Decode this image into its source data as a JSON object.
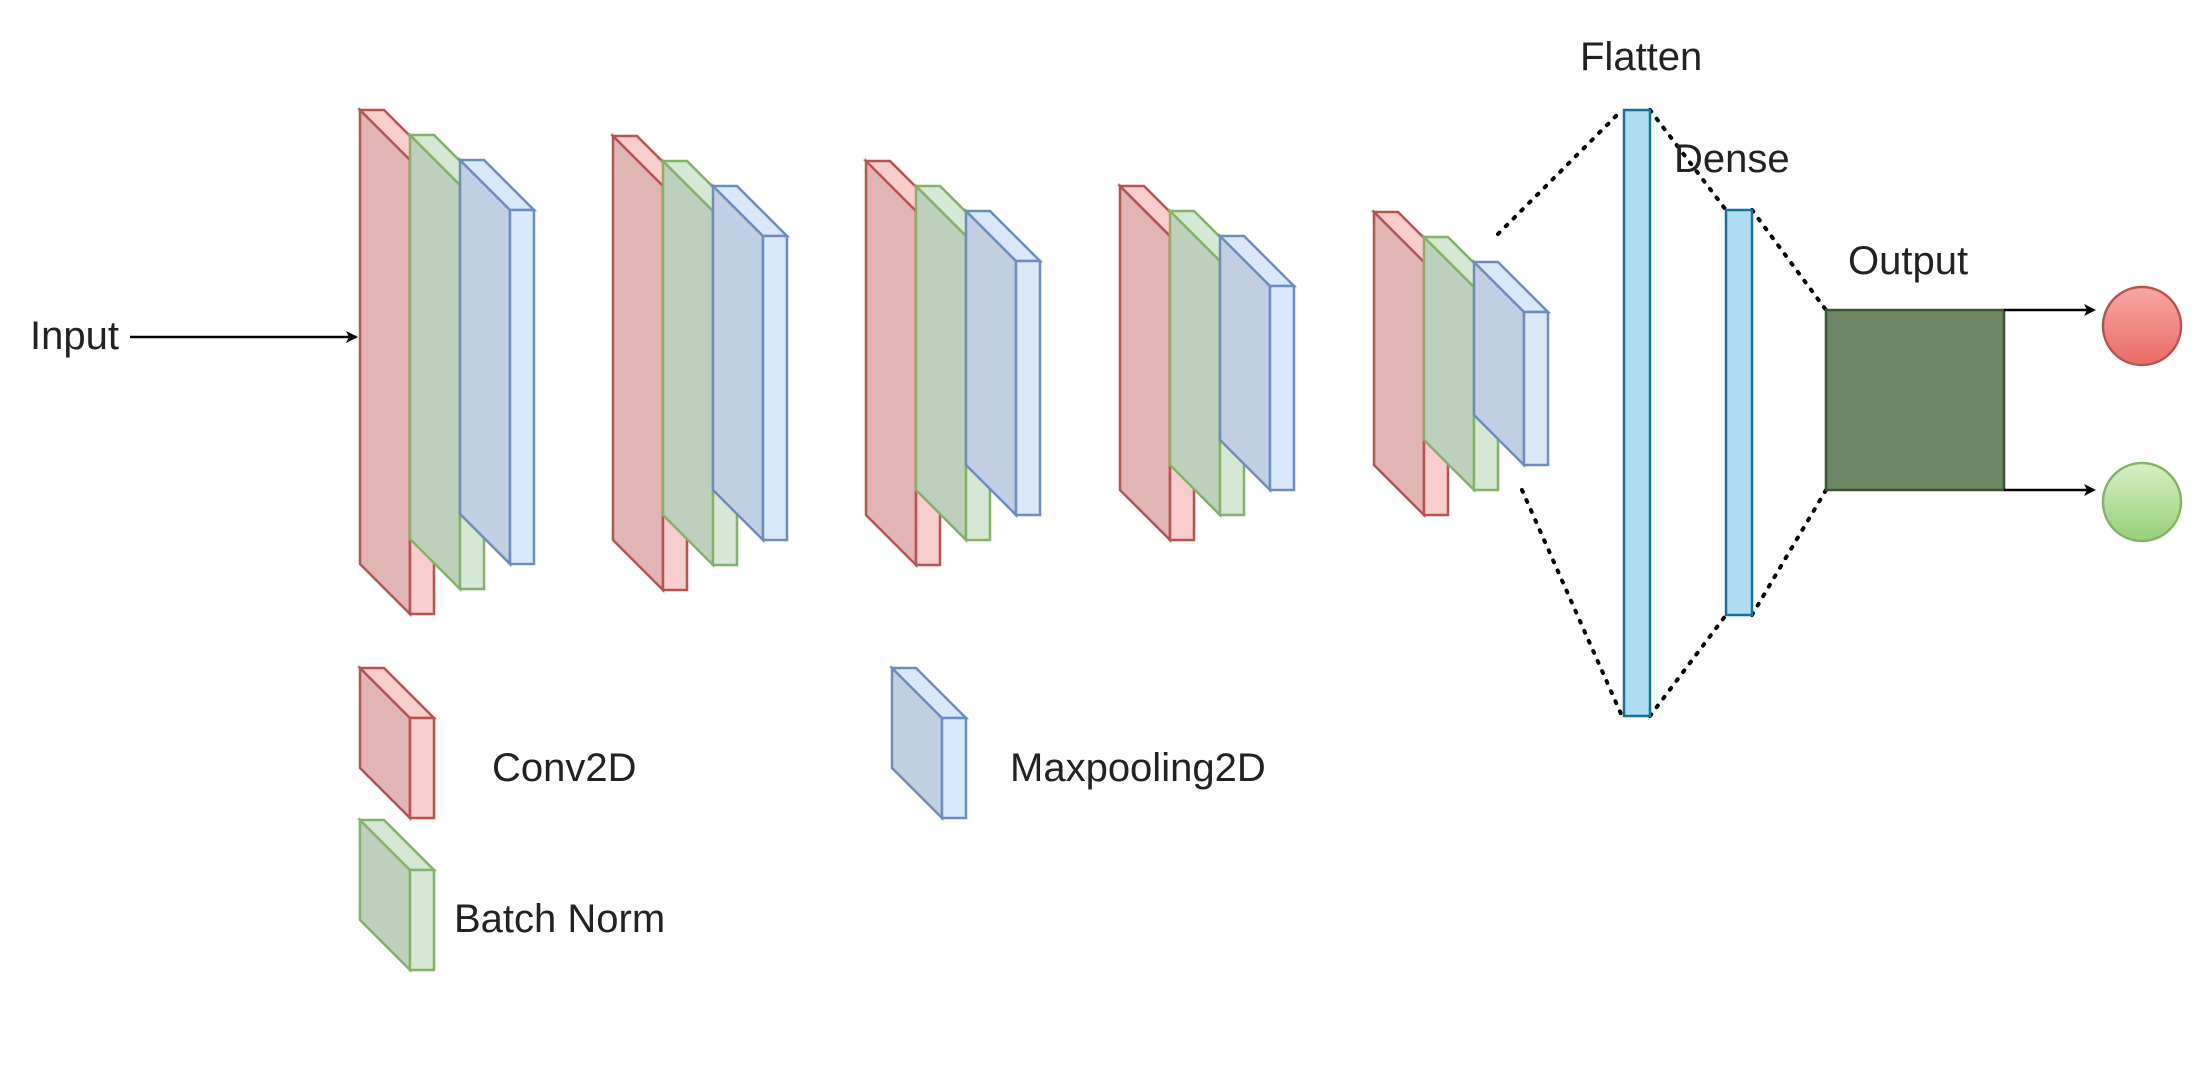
{
  "labels": {
    "input": "Input",
    "flatten": "Flatten",
    "dense": "Dense",
    "output": "Output"
  },
  "legend": {
    "conv": "Conv2D",
    "batchnorm": "Batch Norm",
    "maxpool": "Maxpooling2D"
  },
  "colors": {
    "conv_face": "#f8cecc",
    "conv_side": "#e0b5b4",
    "conv_stroke": "#b85450",
    "bn_face": "#d5e8d4",
    "bn_side": "#bcd0bb",
    "bn_stroke": "#82b366",
    "pool_face": "#dae8fc",
    "pool_side": "#c1cfe3",
    "pool_stroke": "#6c8ebf",
    "fc_fill": "#b1ddf0",
    "fc_stroke": "#10739e",
    "output_fill": "#6d8764",
    "output_stroke": "#3a5431",
    "red_node": "#ea6b66",
    "red_node_stroke": "#b85450",
    "green_node": "#97d077",
    "green_node_stroke": "#82b366"
  },
  "conv_blocks": [
    {
      "name": "conv-block-1",
      "layers": [
        "Conv2D",
        "Batch Norm",
        "Maxpooling2D"
      ]
    },
    {
      "name": "conv-block-2",
      "layers": [
        "Conv2D",
        "Batch Norm",
        "Maxpooling2D"
      ]
    },
    {
      "name": "conv-block-3",
      "layers": [
        "Conv2D",
        "Batch Norm",
        "Maxpooling2D"
      ]
    },
    {
      "name": "conv-block-4",
      "layers": [
        "Conv2D",
        "Batch Norm",
        "Maxpooling2D"
      ]
    },
    {
      "name": "conv-block-5",
      "layers": [
        "Conv2D",
        "Batch Norm",
        "Maxpooling2D"
      ]
    }
  ],
  "output_nodes": [
    "red",
    "green"
  ]
}
